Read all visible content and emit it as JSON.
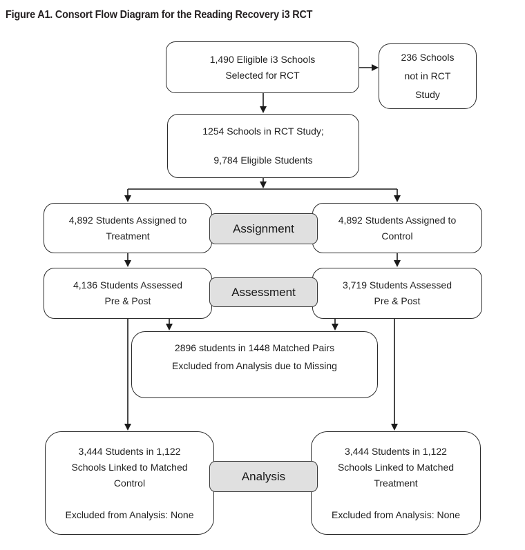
{
  "figure": {
    "title": "Figure A1. Consort Flow Diagram for the Reading Recovery i3 RCT"
  },
  "boxes": {
    "eligible": {
      "lines": [
        "1,490 Eligible i3 Schools",
        "Selected for RCT"
      ]
    },
    "not_in_rct": {
      "lines": [
        "236 Schools",
        "not in RCT",
        "Study"
      ]
    },
    "rct_study": {
      "lines": [
        "1254 Schools in RCT Study;",
        "9,784 Eligible Students"
      ]
    },
    "assigned_treatment": {
      "lines": [
        "4,892 Students Assigned to",
        "Treatment"
      ]
    },
    "assigned_control": {
      "lines": [
        "4,892 Students Assigned to",
        "Control"
      ]
    },
    "assessed_treatment": {
      "lines": [
        "4,136 Students Assessed",
        "Pre & Post"
      ]
    },
    "assessed_control": {
      "lines": [
        "3,719 Students Assessed",
        "Pre & Post"
      ]
    },
    "excluded": {
      "lines": [
        "2896 students in 1448 Matched Pairs",
        "Excluded from Analysis due to Missing"
      ]
    },
    "analysis_control": {
      "lines": [
        "3,444 Students in 1,122",
        "Schools Linked to Matched",
        "Control",
        "Excluded from Analysis: None"
      ]
    },
    "analysis_treatment": {
      "lines": [
        "3,444 Students in 1,122",
        "Schools Linked to Matched",
        "Treatment",
        "Excluded from Analysis: None"
      ]
    }
  },
  "stages": {
    "assignment": "Assignment",
    "assessment": "Assessment",
    "analysis": "Analysis"
  },
  "colors": {
    "stage_fill": "#e0e0e0",
    "box_background": "#ffffff",
    "border": "#2b2b2b",
    "arrow": "#1a1a1a",
    "text": "#1f1f1f"
  }
}
